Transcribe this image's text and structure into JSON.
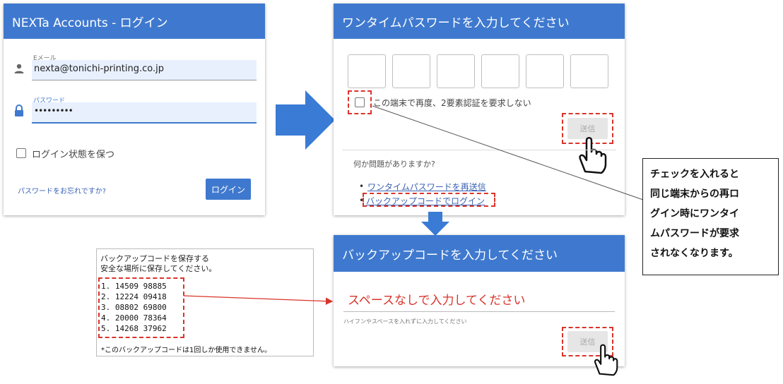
{
  "login": {
    "title": "NEXTa Accounts - ログイン",
    "email_label": "Eメール",
    "email_value": "nexta@tonichi-printing.co.jp",
    "password_label": "パスワード",
    "password_value": "•••••••••",
    "remember_label": "ログイン状態を保つ",
    "forgot_link": "パスワードをお忘れですか?",
    "login_button": "ログイン"
  },
  "otp": {
    "title": "ワンタイムパスワードを入力してください",
    "remember_device_label": "この端末で再度、2要素認証を要求しない",
    "submit_button": "送信",
    "problem_text": "何か問題がありますか?",
    "resend_link": "ワンタイムパスワードを再送信",
    "backup_link": "バックアップコードでログイン"
  },
  "backup": {
    "title": "バックアップコードを入力してください",
    "instruction": "スペースなしで入力してください",
    "hint": "ハイフンやスペースを入れずに入力してください",
    "submit_button": "送信"
  },
  "codes_card": {
    "heading1": "バックアップコードを保存する",
    "heading2": "安全な場所に保存してください。",
    "codes": [
      "1. 14509 98885",
      "2. 12224 09418",
      "3. 08802 69800",
      "4. 20000 78364",
      "5. 14268 37962"
    ],
    "note": "*このバックアップコードは1回しか使用できません。"
  },
  "callout": {
    "line1": "チェックを入れると",
    "line2": "同じ端末からの再ロ",
    "line3": "グイン時にワンタイ",
    "line4": "ムパスワードが要求",
    "line5": "されなくなります。"
  },
  "colors": {
    "header_blue": "#3f79cf",
    "arrow_blue": "#3a7bd5",
    "highlight_red": "#d9342b"
  }
}
